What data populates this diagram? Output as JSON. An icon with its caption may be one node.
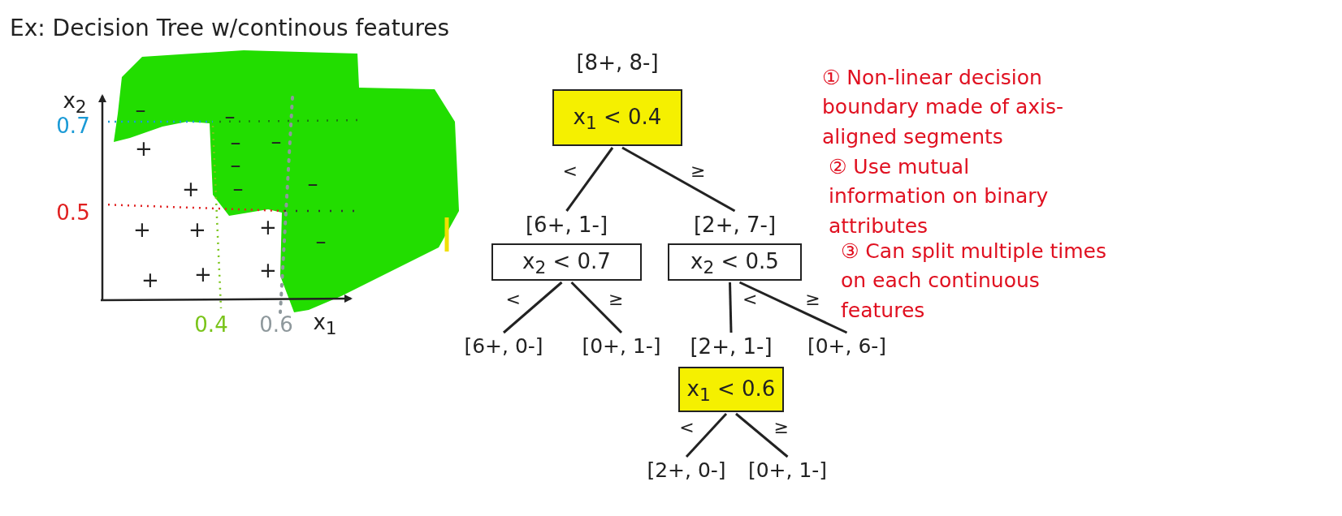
{
  "diagram": {
    "title": "Ex: Decision Tree w/continous features",
    "nodes": [
      {
        "text": [
          "[8+, 8-]",
          "x$_{1}$ < 0.4"
        ]
      },
      {
        "text": [
          "[6+, 1-]",
          "x$_{2}$ < 0.7"
        ]
      },
      {
        "text": [
          "[2+, 7-]",
          "x$_{2}$ < 0.5"
        ]
      },
      {
        "text": [
          "[6+, 0-]"
        ]
      },
      {
        "text": [
          "[0+, 1-]"
        ]
      },
      {
        "text": [
          "[2+, 1-]",
          "x$_{1}$ < 0.6"
        ]
      },
      {
        "text": [
          "[0+, 6-]"
        ]
      },
      {
        "text": [
          "[2+, 0-]"
        ]
      },
      {
        "text": [
          "[0+, 1-]"
        ]
      }
    ],
    "edges": [
      {
        "from": 0,
        "to": 1,
        "arrow": "none",
        "label": "<"
      },
      {
        "from": 0,
        "to": 2,
        "arrow": "none",
        "label": "≥"
      },
      {
        "from": 1,
        "to": 3,
        "arrow": "none",
        "label": "<"
      },
      {
        "from": 1,
        "to": 4,
        "arrow": "none",
        "label": "≥"
      },
      {
        "from": 2,
        "to": 5,
        "arrow": "none",
        "label": "<"
      },
      {
        "from": 2,
        "to": 6,
        "arrow": "none",
        "label": "≥"
      },
      {
        "from": 5,
        "to": 7,
        "arrow": "none",
        "label": "<"
      },
      {
        "from": 5,
        "to": 8,
        "arrow": "none",
        "label": "≥"
      }
    ],
    "labels": [
      "x$_{2}$",
      "0.7",
      "0.5",
      "0.4",
      "0.6",
      "x$_{1}$",
      "–",
      "–",
      "+",
      "–",
      "–",
      "–",
      "–",
      "+",
      "–",
      "+",
      "+",
      "+",
      "–",
      "+",
      "+",
      "+",
      "① Non-linear decision boundary made of axis-aligned segments",
      "② Use mutual information on binary attributes",
      "③ Can split multiple times on each continuous features"
    ]
  }
}
